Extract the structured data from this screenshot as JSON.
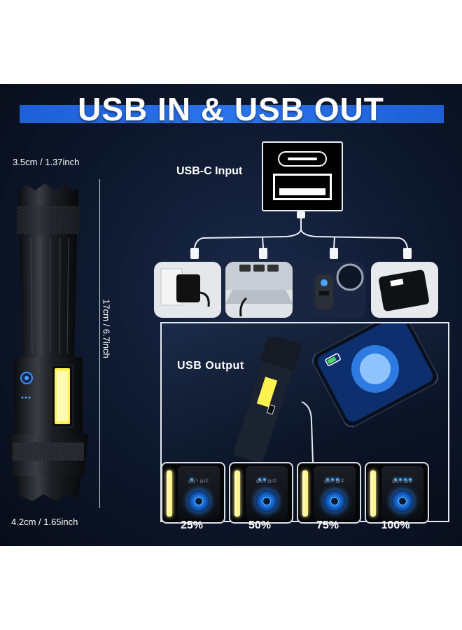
{
  "banner": {
    "title": "USB IN & USB OUT"
  },
  "dimensions": {
    "top_width": "3.5cm / 1.37inch",
    "height": "17cm / 6.7inch",
    "bottom_width": "4.2cm /  1.65inch"
  },
  "input": {
    "label": "USB-C Input"
  },
  "devices": [
    "wall-charger",
    "laptop",
    "car-charger",
    "power-bank"
  ],
  "output": {
    "label": "USB  Output"
  },
  "battery_levels": [
    {
      "label": "25%",
      "lit": 1
    },
    {
      "label": "50%",
      "lit": 2
    },
    {
      "label": "75%",
      "lit": 3
    },
    {
      "label": "100%",
      "lit": 4
    }
  ],
  "indicator": {
    "caption": "ON / OFF"
  },
  "colors": {
    "banner_blue": "#2c73ea",
    "background_navy": "#0f1a30",
    "indicator_blue": "#4aa3ff"
  }
}
